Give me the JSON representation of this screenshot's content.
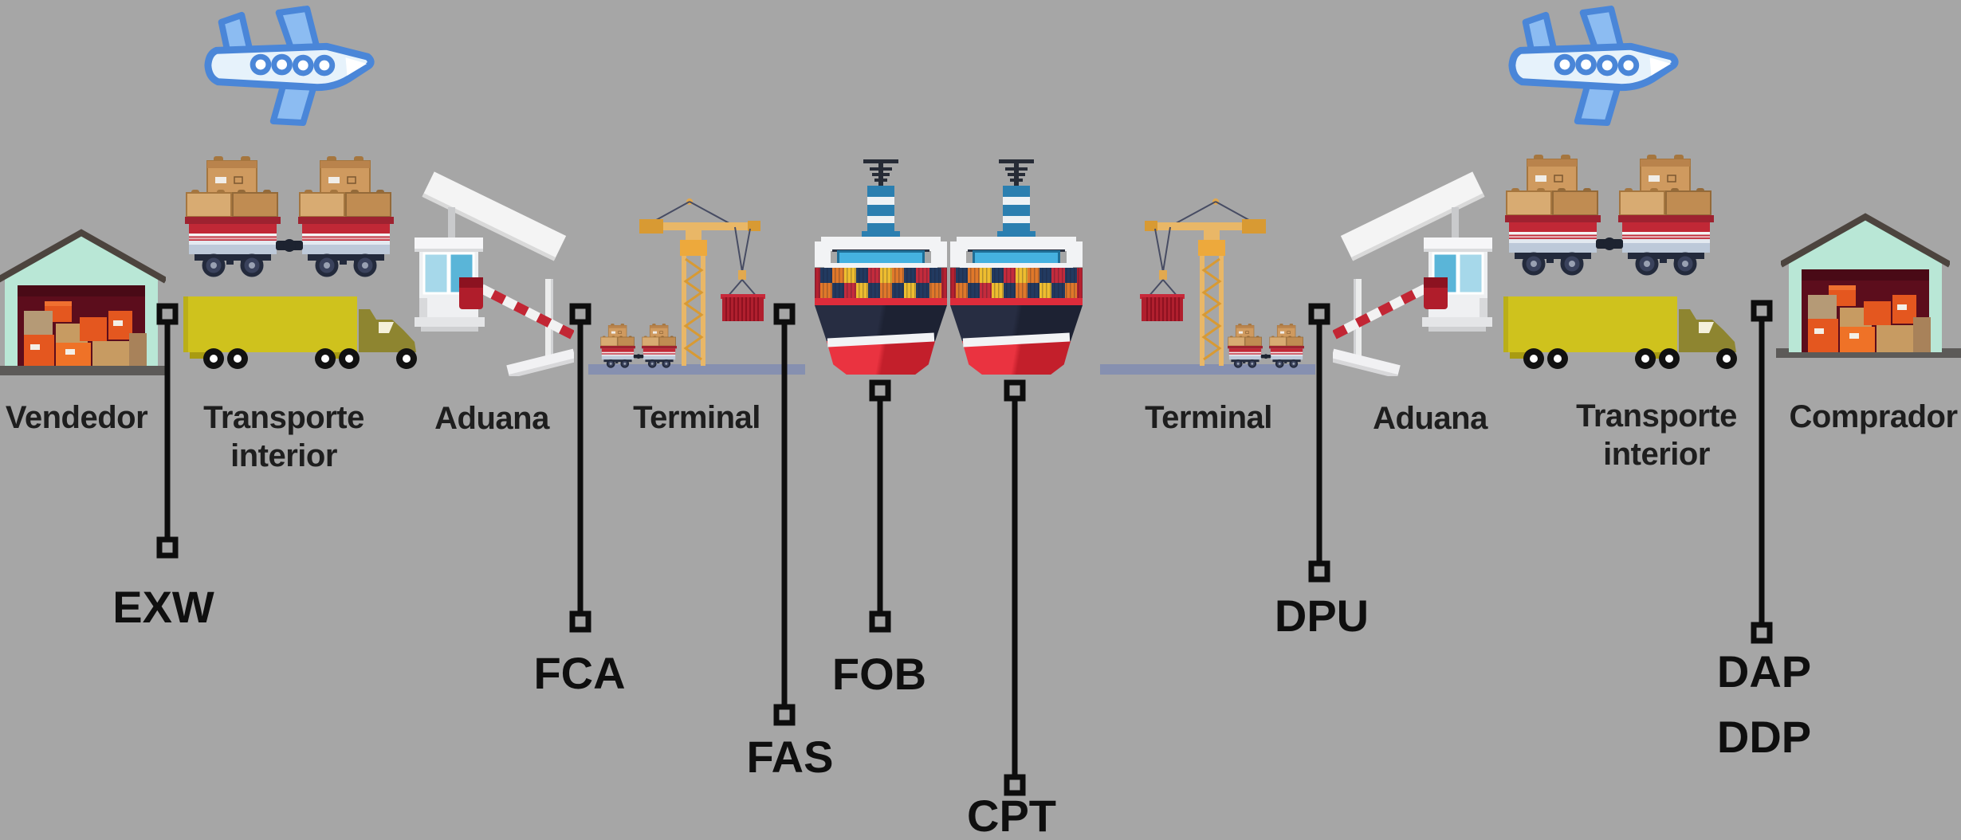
{
  "stations": {
    "vendedor": {
      "label": "Vendedor"
    },
    "transporte_left": {
      "line1": "Transporte",
      "line2": "interior"
    },
    "aduana_left": {
      "label": "Aduana"
    },
    "terminal_left": {
      "label": "Terminal"
    },
    "terminal_right": {
      "label": "Terminal"
    },
    "aduana_right": {
      "label": "Aduana"
    },
    "transporte_right": {
      "line1": "Transporte",
      "line2": "interior"
    },
    "comprador": {
      "label": "Comprador"
    }
  },
  "incoterms": {
    "exw": {
      "label": "EXW"
    },
    "fca": {
      "label": "FCA"
    },
    "fas": {
      "label": "FAS"
    },
    "fob": {
      "label": "FOB"
    },
    "cpt": {
      "label": "CPT"
    },
    "dpu": {
      "label": "DPU"
    },
    "dap": {
      "label": "DAP"
    },
    "ddp": {
      "label": "DDP"
    }
  },
  "icons": [
    "airplane-icon",
    "warehouse-icon",
    "freight-train-icon",
    "truck-icon",
    "customs-gate-icon",
    "container-crane-icon",
    "container-ship-icon",
    "dock-platform",
    "marker-square",
    "connector-line"
  ],
  "colors": {
    "background": "#a6a6a6",
    "connector_black": "#0d0d0d",
    "label_dark": "#1e1e1e",
    "plane_blue": "#4a86d8",
    "plane_light": "#e6f2fb",
    "warehouse_mint": "#b9e7d6",
    "warehouse_interior": "#5c0d1c",
    "box_orange": "#e4591f",
    "box_tan": "#c79b62",
    "wagon_red": "#c12836",
    "truck_yellow": "#cfc21d",
    "cab_olive": "#8e8530",
    "barrier_red": "#b01d2b",
    "crane_orange": "#e9b767",
    "container_red": "#b01f2e",
    "platform_slate": "#8690b0",
    "ship_funnel_blue": "#2b7fb0",
    "ship_hull_navy": "#1d2233",
    "ship_red": "#dd2c3b",
    "window_blue": "#58b6d8"
  }
}
